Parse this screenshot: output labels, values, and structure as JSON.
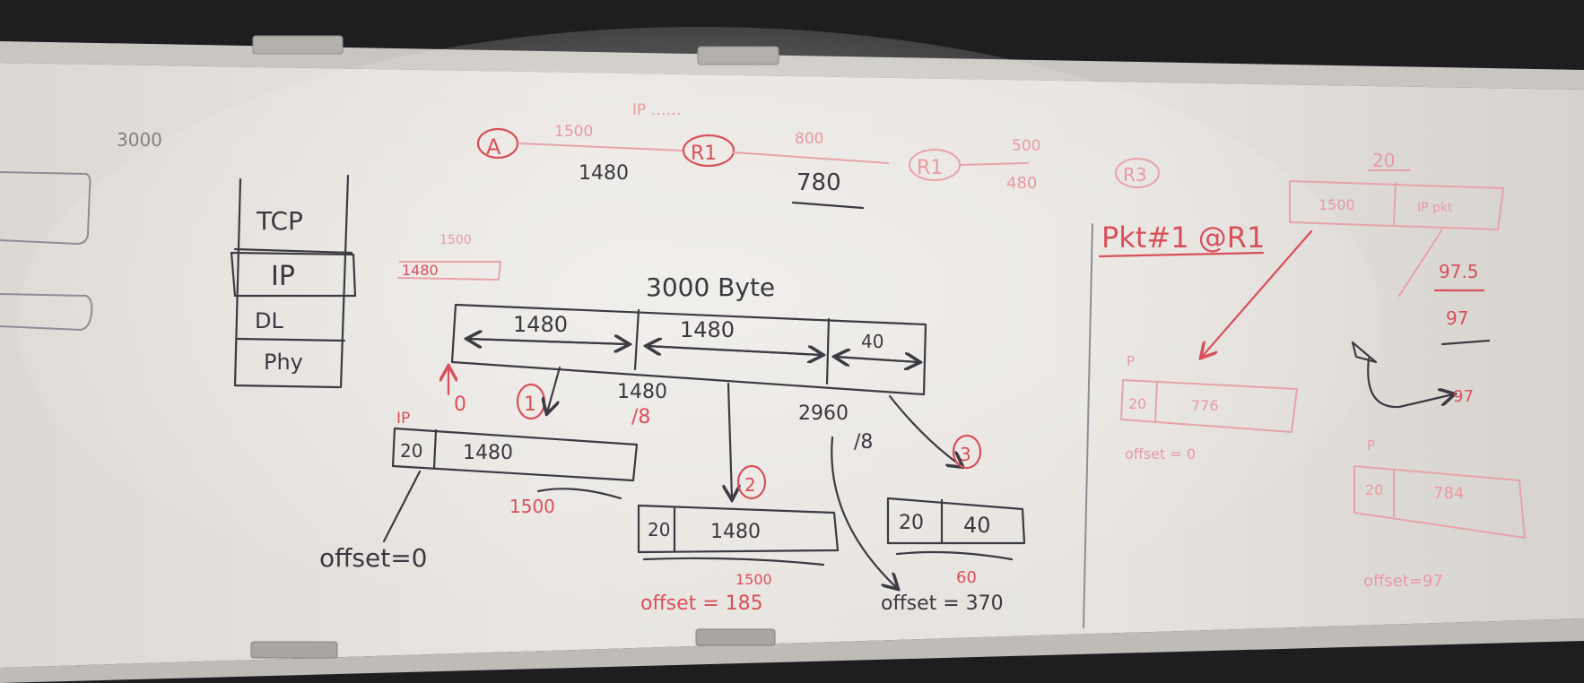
{
  "board": {
    "corner_note": "3000",
    "stack": [
      "TCP",
      "IP",
      "DL",
      "Phy"
    ],
    "path": {
      "host_a": "A",
      "router_1": "R1",
      "router_2": "R1",
      "router_3": "R3",
      "label_a_r1_top": "1500",
      "label_a_r1": "1480",
      "label_r1_r2_top": "800",
      "label_r1_r2": "780",
      "label_r2_r3_top": "500",
      "label_r2_r3": "480",
      "ip_header_note": "IP ……"
    },
    "payload_note_top": "1500",
    "payload_note": "1480",
    "datagram_title": "3000 Byte",
    "segments": [
      "1480",
      "1480",
      "40"
    ],
    "start_marker": "0",
    "boundary_1": "1480",
    "boundary_1_div": "/8",
    "boundary_2": "2960",
    "boundary_2_div": "/8",
    "step_1": "1",
    "step_2": "2",
    "step_3": "3",
    "frag1": {
      "ip_tag": "IP",
      "header": "20",
      "data": "1480",
      "total": "1500",
      "offset": "offset=0"
    },
    "frag2": {
      "header": "20",
      "data": "1480",
      "total": "1500",
      "offset": "offset = 185"
    },
    "frag3": {
      "header": "20",
      "data": "40",
      "total": "60",
      "offset": "offset = 370"
    },
    "right": {
      "title": "Pkt#1 @R1",
      "top_header": "20",
      "top_pkt_left": "1500",
      "top_pkt_right": "IP pkt",
      "mark_r2": "",
      "calc_top": "97.5",
      "calc_bottom": "97",
      "calc_result": "97",
      "frag_a": {
        "tag": "P",
        "header": "20",
        "data": "776",
        "offset": "offset = 0"
      },
      "frag_b": {
        "tag": "P",
        "header": "20",
        "data": "784",
        "offset": "offset=97"
      }
    }
  }
}
